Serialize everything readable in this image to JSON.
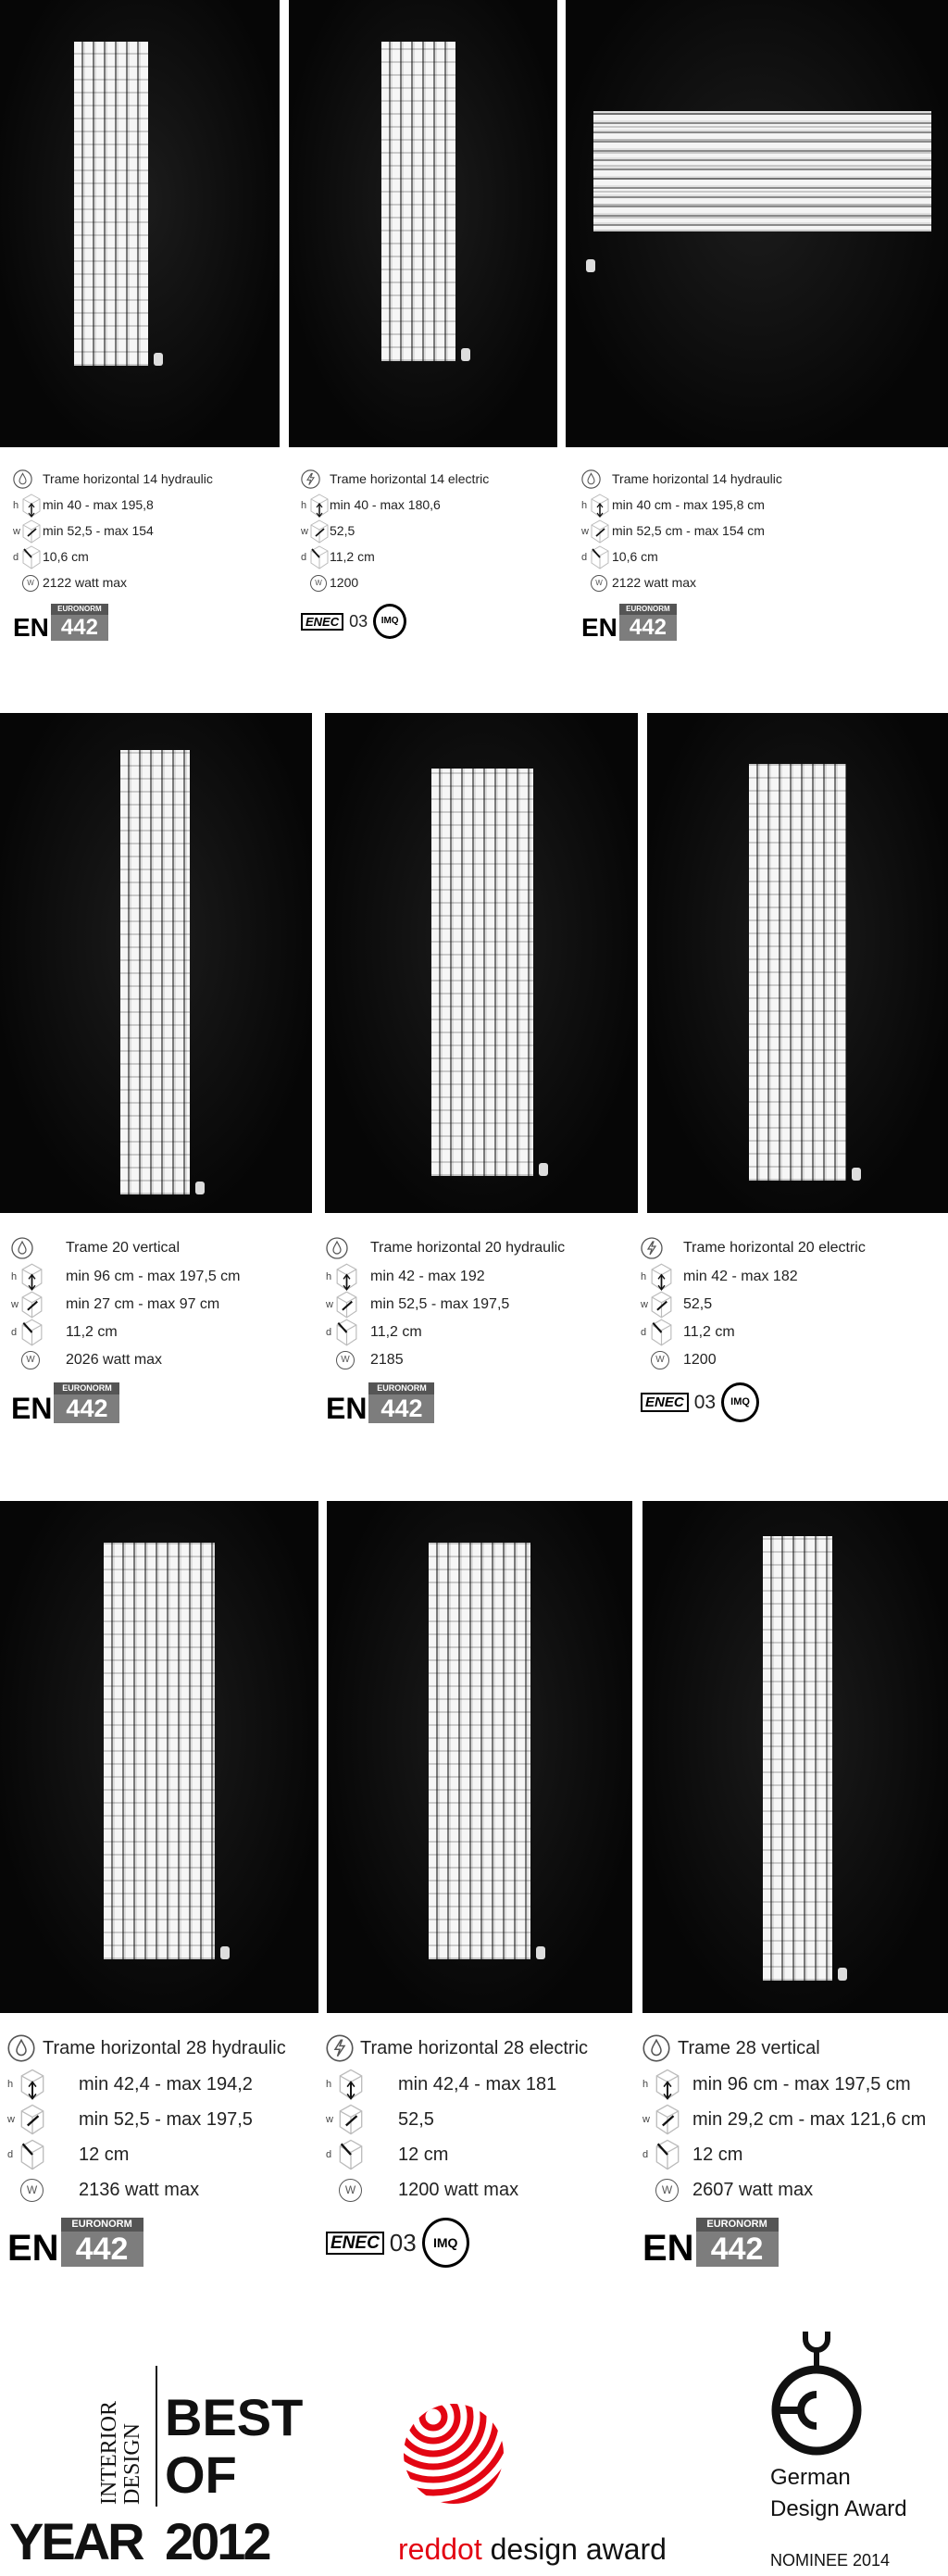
{
  "products": [
    {
      "type": "hydraulic",
      "icon": "drop-icon",
      "title": "Trame horizontal 14 hydraulic",
      "h": "min 40 - max 195,8",
      "w": "min 52,5 - max 154",
      "d": "10,6 cm",
      "watt": "2122 watt max",
      "cert": "euronorm"
    },
    {
      "type": "electric",
      "icon": "lightning-icon",
      "title": "Trame horizontal 14 electric",
      "h": "min 40 - max 180,6",
      "w": "52,5",
      "d": "11,2 cm",
      "watt": "1200",
      "cert": "enec"
    },
    {
      "type": "hydraulic",
      "icon": "drop-icon",
      "title": "Trame horizontal 14 hydraulic",
      "h": "min 40 cm - max 195,8 cm",
      "w": "min 52,5 cm - max 154 cm",
      "d": "10,6 cm",
      "watt": "2122 watt max",
      "cert": "euronorm"
    },
    {
      "type": "hydraulic",
      "icon": "drop-icon",
      "title": "Trame 20 vertical",
      "h": "min 96 cm - max 197,5 cm",
      "w": "min 27 cm - max 97 cm",
      "d": "11,2 cm",
      "watt": "2026 watt max",
      "cert": "euronorm"
    },
    {
      "type": "hydraulic",
      "icon": "drop-icon",
      "title": "Trame horizontal 20 hydraulic",
      "h": "min 42 - max 192",
      "w": "min 52,5 - max 197,5",
      "d": "11,2 cm",
      "watt": "2185",
      "cert": "euronorm"
    },
    {
      "type": "electric",
      "icon": "lightning-icon",
      "title": "Trame horizontal 20 electric",
      "h": "min 42 - max 182",
      "w": "52,5",
      "d": "11,2 cm",
      "watt": "1200",
      "cert": "enec"
    },
    {
      "type": "hydraulic",
      "icon": "drop-icon",
      "title": "Trame horizontal 28 hydraulic",
      "h": "min 42,4 - max 194,2",
      "w": "min 52,5 - max 197,5",
      "d": "12 cm",
      "watt": "2136 watt max",
      "cert": "euronorm"
    },
    {
      "type": "electric",
      "icon": "lightning-icon",
      "title": "Trame horizontal 28 electric",
      "h": "min 42,4 - max 181",
      "w": "52,5",
      "d": "12 cm",
      "watt": "1200 watt max",
      "cert": "enec"
    },
    {
      "type": "hydraulic",
      "icon": "drop-icon",
      "title": "Trame 28 vertical",
      "h": "min 96 cm - max 197,5 cm",
      "w": "min 29,2 cm - max 121,6 cm",
      "d": "12 cm",
      "watt": "2607 watt max",
      "cert": "euronorm"
    }
  ],
  "labels": {
    "h": "h",
    "w": "w",
    "d": "d",
    "watt_symbol": "W"
  },
  "certs": {
    "euronorm": {
      "en": "EN",
      "top": "EURONORM",
      "num": "442"
    },
    "enec": {
      "mark": "ENEC",
      "num": "03",
      "imq": "IMQ"
    }
  },
  "awards": {
    "interior_design": {
      "brand": "INTERIOR DESIGN",
      "line1": "BEST",
      "line2": "OF",
      "line3": "YEAR",
      "year": "2012"
    },
    "reddot": {
      "red": "reddot",
      "rest": " design award",
      "color": "#e30613"
    },
    "german": {
      "line1": "German",
      "line2": "Design Award",
      "nominee": "NOMINEE 2014"
    }
  }
}
